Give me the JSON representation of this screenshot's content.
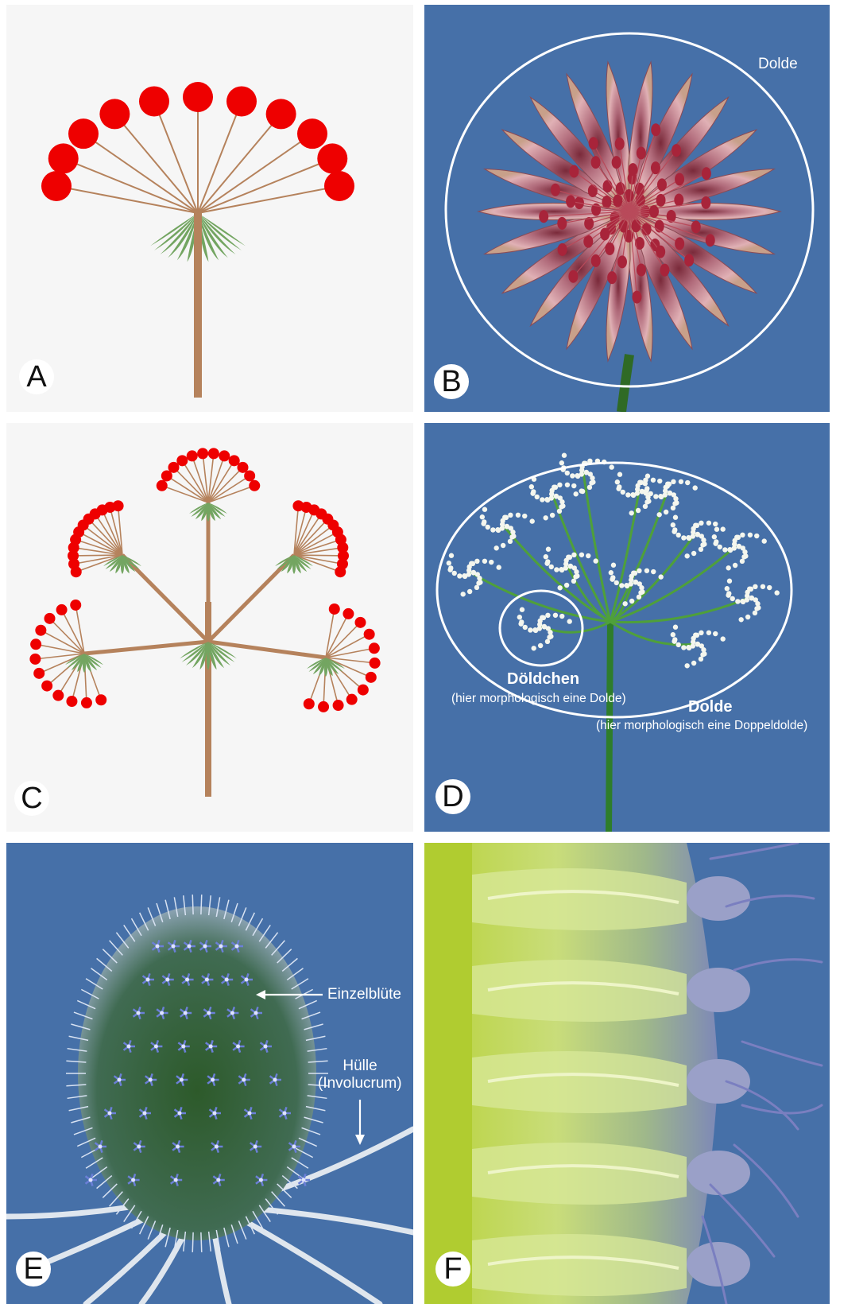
{
  "panels": {
    "a": {
      "letter": "A"
    },
    "b": {
      "letter": "B",
      "label_dolde": "Dolde"
    },
    "c": {
      "letter": "C"
    },
    "d": {
      "letter": "D",
      "label_doeldchen": "Döldchen",
      "label_doeldchen_note": "(hier morphologisch eine Dolde)",
      "label_dolde": "Dolde",
      "label_dolde_note": "(hier morphologisch eine Doppeldolde)"
    },
    "e": {
      "letter": "E",
      "label_einzelbluete": "Einzelblüte",
      "label_huelle": "Hülle",
      "label_involucrum": "(Involucrum)"
    },
    "f": {
      "letter": "F"
    }
  },
  "colors": {
    "diagram_background": "#f6f6f6",
    "photo_background": "#4670a8",
    "flower_dot": "#ee0000",
    "stalk": "#b5825c",
    "bract": "#73a561",
    "label_text": "#ffffff",
    "badge_fill": "#ffffff"
  },
  "icons": {
    "einzelbluete_pointer": "arrow-left-icon",
    "huelle_pointer": "arrow-down-icon"
  }
}
